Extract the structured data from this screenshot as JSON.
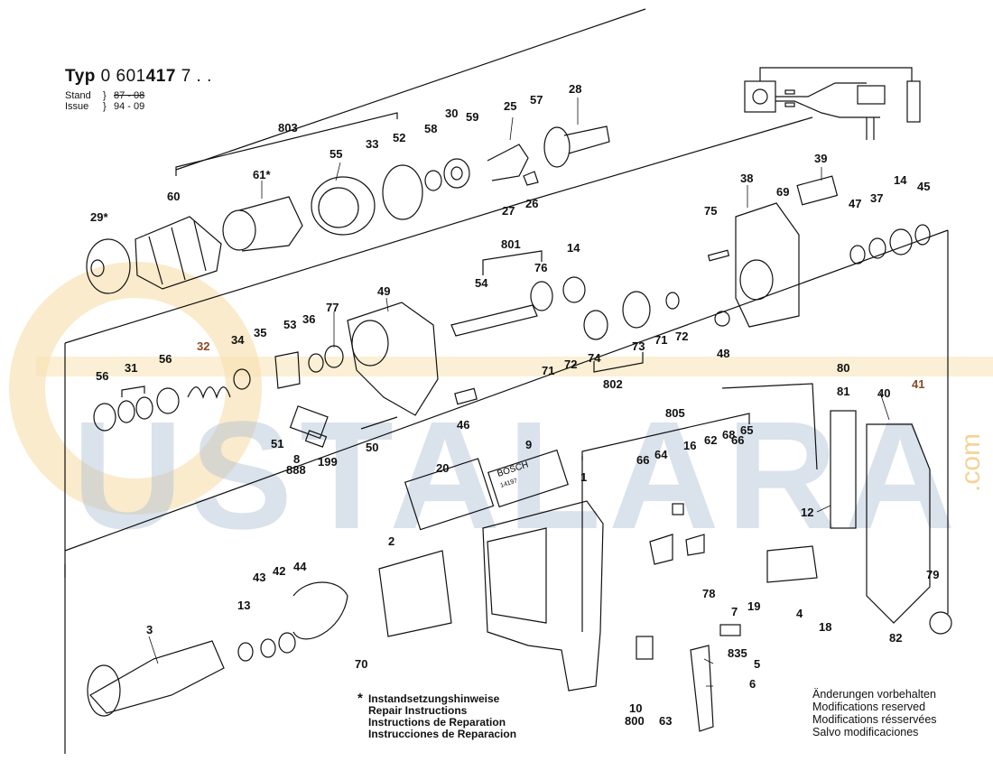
{
  "header": {
    "typ_label": "Typ",
    "type_prefix": "0 601",
    "type_bold": "417",
    "type_suffix": "7 . .",
    "stand_label": "Stand",
    "stand_value": "87 - 08",
    "issue_label": "Issue",
    "issue_value": "94 - 09"
  },
  "repair_notes": {
    "star": "*",
    "lines": [
      "Instandsetzungshinweise",
      "Repair Instructions",
      "Instructions de Reparation",
      "Instrucciones de Reparacion"
    ]
  },
  "modifications": {
    "lines": [
      "Änderungen vorbehalten",
      "Modifications reserved",
      "Modifications résservées",
      "Salvo modificaciones"
    ]
  },
  "watermark": {
    "text": "USTALARA",
    "domain": ".com",
    "color": "#9fb3cc",
    "ring_color": "#f2c97a"
  },
  "plate": {
    "brand": "BOSCH",
    "number": "14197"
  },
  "colors": {
    "ink": "#111111",
    "highlight_label": "#8a4a22"
  },
  "part_labels": [
    {
      "id": "l803",
      "text": "803"
    },
    {
      "id": "l33",
      "text": "33"
    },
    {
      "id": "l52",
      "text": "52"
    },
    {
      "id": "l55",
      "text": "55"
    },
    {
      "id": "l61",
      "text": "61*"
    },
    {
      "id": "l60",
      "text": "60"
    },
    {
      "id": "l29",
      "text": "29*"
    },
    {
      "id": "l58",
      "text": "58"
    },
    {
      "id": "l30",
      "text": "30"
    },
    {
      "id": "l59",
      "text": "59"
    },
    {
      "id": "l25",
      "text": "25"
    },
    {
      "id": "l57",
      "text": "57"
    },
    {
      "id": "l28",
      "text": "28"
    },
    {
      "id": "l27",
      "text": "27"
    },
    {
      "id": "l26",
      "text": "26"
    },
    {
      "id": "l39",
      "text": "39"
    },
    {
      "id": "l38",
      "text": "38"
    },
    {
      "id": "l69",
      "text": "69"
    },
    {
      "id": "l47",
      "text": "47"
    },
    {
      "id": "l37",
      "text": "37"
    },
    {
      "id": "l14a",
      "text": "14"
    },
    {
      "id": "l45",
      "text": "45"
    },
    {
      "id": "l75",
      "text": "75"
    },
    {
      "id": "l801",
      "text": "801"
    },
    {
      "id": "l14b",
      "text": "14"
    },
    {
      "id": "l76",
      "text": "76"
    },
    {
      "id": "l54",
      "text": "54"
    },
    {
      "id": "l49",
      "text": "49"
    },
    {
      "id": "l77",
      "text": "77"
    },
    {
      "id": "l53",
      "text": "53"
    },
    {
      "id": "l36",
      "text": "36"
    },
    {
      "id": "l34",
      "text": "34"
    },
    {
      "id": "l35",
      "text": "35"
    },
    {
      "id": "l32",
      "text": "32"
    },
    {
      "id": "l56a",
      "text": "56"
    },
    {
      "id": "l31",
      "text": "31"
    },
    {
      "id": "l56b",
      "text": "56"
    },
    {
      "id": "l71a",
      "text": "71"
    },
    {
      "id": "l72a",
      "text": "72"
    },
    {
      "id": "l74",
      "text": "74"
    },
    {
      "id": "l73",
      "text": "73"
    },
    {
      "id": "l71b",
      "text": "71"
    },
    {
      "id": "l72b",
      "text": "72"
    },
    {
      "id": "l48",
      "text": "48"
    },
    {
      "id": "l802",
      "text": "802"
    },
    {
      "id": "l80",
      "text": "80"
    },
    {
      "id": "l81",
      "text": "81"
    },
    {
      "id": "l40",
      "text": "40"
    },
    {
      "id": "l41",
      "text": "41"
    },
    {
      "id": "l46",
      "text": "46"
    },
    {
      "id": "l51",
      "text": "51"
    },
    {
      "id": "l8",
      "text": "8"
    },
    {
      "id": "l888",
      "text": "888"
    },
    {
      "id": "l199",
      "text": "199"
    },
    {
      "id": "l50",
      "text": "50"
    },
    {
      "id": "l805",
      "text": "805"
    },
    {
      "id": "l66a",
      "text": "66"
    },
    {
      "id": "l64",
      "text": "64"
    },
    {
      "id": "l16",
      "text": "16"
    },
    {
      "id": "l62",
      "text": "62"
    },
    {
      "id": "l68",
      "text": "68"
    },
    {
      "id": "l65",
      "text": "65"
    },
    {
      "id": "l9",
      "text": "9"
    },
    {
      "id": "l1",
      "text": "1"
    },
    {
      "id": "l20",
      "text": "20"
    },
    {
      "id": "l66b",
      "text": "66"
    },
    {
      "id": "l12",
      "text": "12"
    },
    {
      "id": "l2",
      "text": "2"
    },
    {
      "id": "l43",
      "text": "43"
    },
    {
      "id": "l42",
      "text": "42"
    },
    {
      "id": "l44",
      "text": "44"
    },
    {
      "id": "l13",
      "text": "13"
    },
    {
      "id": "l3",
      "text": "3"
    },
    {
      "id": "l70",
      "text": "70"
    },
    {
      "id": "l4",
      "text": "4"
    },
    {
      "id": "l18",
      "text": "18"
    },
    {
      "id": "l79",
      "text": "79"
    },
    {
      "id": "l82",
      "text": "82"
    },
    {
      "id": "l78",
      "text": "78"
    },
    {
      "id": "l7",
      "text": "7"
    },
    {
      "id": "l19",
      "text": "19"
    },
    {
      "id": "l835",
      "text": "835"
    },
    {
      "id": "l5",
      "text": "5"
    },
    {
      "id": "l6",
      "text": "6"
    },
    {
      "id": "l10",
      "text": "10"
    },
    {
      "id": "l800",
      "text": "800"
    },
    {
      "id": "l63",
      "text": "63"
    }
  ]
}
